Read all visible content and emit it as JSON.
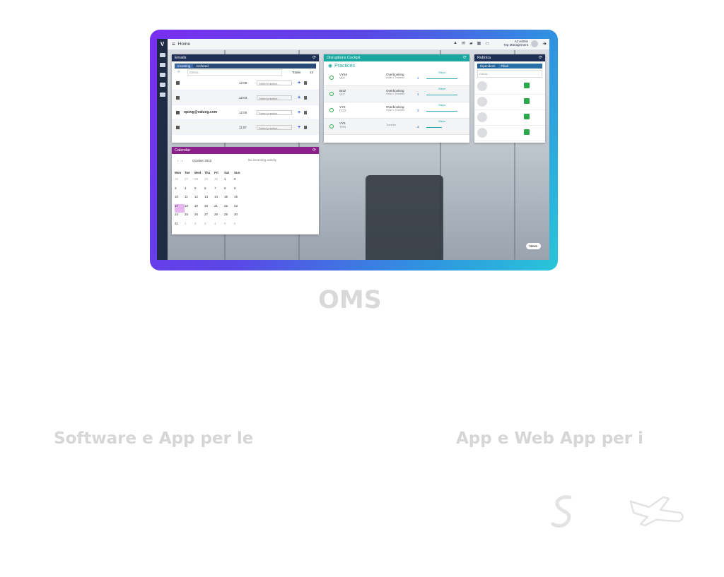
{
  "app": {
    "topbar": {
      "logo_letter": "V",
      "home_label": "Home",
      "user_name": "A1 Admin",
      "user_role": "Top Management"
    },
    "emails": {
      "title": "Emails",
      "tabs": [
        "Incoming",
        "Archived"
      ],
      "search_placeholder": "Cerca...",
      "total_label": "Totale:",
      "total_value": "23",
      "rows": [
        {
          "sender": "",
          "time": "12:08",
          "select": "Select practice..."
        },
        {
          "sender": "",
          "time": "12:03",
          "select": "Select practice..."
        },
        {
          "sender": "opsvg@valueg.com",
          "time": "12:00",
          "select": "Select practice..."
        },
        {
          "sender": "",
          "time": "11:57",
          "select": "Select practice..."
        }
      ]
    },
    "disruptions": {
      "title": "Disruptions Cockpit",
      "heading": "Practices",
      "rows": [
        {
          "code": "VY64",
          "sub": "VLT",
          "type": "Overbooking",
          "detail": "Hotel • Transfer",
          "pax": "1",
          "steps_label": "Steps"
        },
        {
          "code": "IB32",
          "sub": "VLT",
          "type": "Overbooking",
          "detail": "Hotel • Transfer",
          "pax": "1",
          "steps_label": "Steps"
        },
        {
          "code": "VY6",
          "sub": "FCO",
          "type": "Overbooking",
          "detail": "Hotel • Transfer",
          "pax": "3",
          "steps_label": "Steps"
        },
        {
          "code": "VY6",
          "sub": "TRN",
          "type": "",
          "detail": "Transfer",
          "pax": "3",
          "steps_label": "Steps"
        }
      ]
    },
    "rubrica": {
      "title": "Rubrica",
      "tabs": [
        "Dipendenti",
        "Filiali"
      ],
      "search_placeholder": "Cerca..."
    },
    "calendar": {
      "title": "Calendar",
      "month": "October 2022",
      "no_activity": "No incoming activity",
      "weekdays": [
        "Mon",
        "Tue",
        "Wed",
        "Thu",
        "Fri",
        "Sat",
        "Sun"
      ],
      "weeks": [
        [
          "26",
          "27",
          "28",
          "29",
          "30",
          "1",
          "2"
        ],
        [
          "3",
          "4",
          "5",
          "6",
          "7",
          "8",
          "9"
        ],
        [
          "10",
          "11",
          "12",
          "13",
          "14",
          "15",
          "16"
        ],
        [
          "17",
          "18",
          "19",
          "20",
          "21",
          "22",
          "23"
        ],
        [
          "24",
          "25",
          "26",
          "27",
          "28",
          "29",
          "30"
        ],
        [
          "31",
          "1",
          "2",
          "3",
          "4",
          "5",
          "6"
        ]
      ]
    },
    "news_button": "News"
  },
  "page": {
    "title": "OMS",
    "left_label": "Software e App per le",
    "right_label": "App e Web App per i"
  }
}
